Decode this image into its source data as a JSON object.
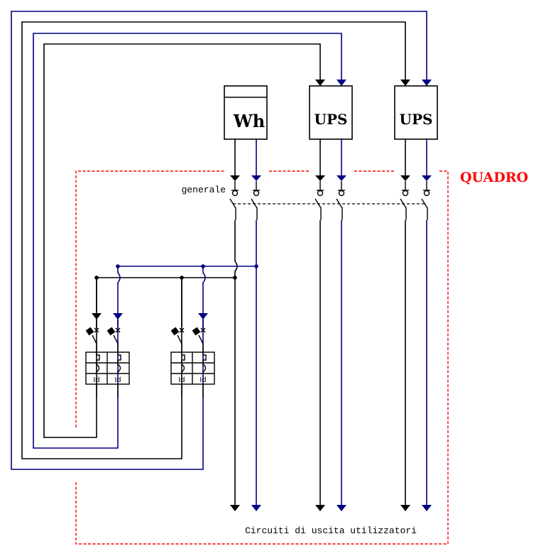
{
  "colors": {
    "phase": "#000000",
    "neutral": "#00007f",
    "panel": "#ff0000"
  },
  "labels": {
    "meter": "Wh",
    "ups1": "UPS",
    "ups2": "UPS",
    "panel": "QUADRO",
    "main_switch": "generale",
    "outputs": "Circuiti di uscita utilizzatori",
    "rcd1a": "Id",
    "rcd1b": "Id",
    "rcd2a": "Id",
    "rcd2b": "Id"
  }
}
